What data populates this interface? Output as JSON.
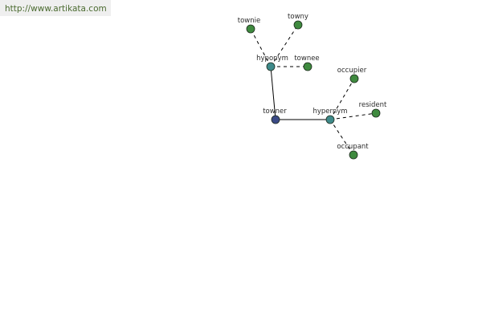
{
  "header": {
    "url": "http://www.artikata.com"
  },
  "colors": {
    "root": "#3b4a86",
    "relation": "#3f8a8a",
    "leaf": "#3f8a3f",
    "stroke": "#1e2b1e",
    "edge": "#000000"
  },
  "graph": {
    "nodes": [
      {
        "id": "towner",
        "label": "towner",
        "kind": "root"
      },
      {
        "id": "hyponym",
        "label": "hyponym",
        "kind": "relation"
      },
      {
        "id": "hypernym",
        "label": "hypernym",
        "kind": "relation"
      },
      {
        "id": "townie",
        "label": "townie",
        "kind": "leaf"
      },
      {
        "id": "towny",
        "label": "towny",
        "kind": "leaf"
      },
      {
        "id": "townee",
        "label": "townee",
        "kind": "leaf"
      },
      {
        "id": "occupier",
        "label": "occupier",
        "kind": "leaf"
      },
      {
        "id": "resident",
        "label": "resident",
        "kind": "leaf"
      },
      {
        "id": "occupant",
        "label": "occupant",
        "kind": "leaf"
      }
    ],
    "edges": [
      {
        "from": "towner",
        "to": "hyponym",
        "style": "solid"
      },
      {
        "from": "towner",
        "to": "hypernym",
        "style": "solid"
      },
      {
        "from": "hyponym",
        "to": "townie",
        "style": "dashed"
      },
      {
        "from": "hyponym",
        "to": "towny",
        "style": "dashed"
      },
      {
        "from": "hyponym",
        "to": "townee",
        "style": "dashed"
      },
      {
        "from": "hypernym",
        "to": "occupier",
        "style": "dashed"
      },
      {
        "from": "hypernym",
        "to": "resident",
        "style": "dashed"
      },
      {
        "from": "hypernym",
        "to": "occupant",
        "style": "dashed"
      }
    ]
  }
}
